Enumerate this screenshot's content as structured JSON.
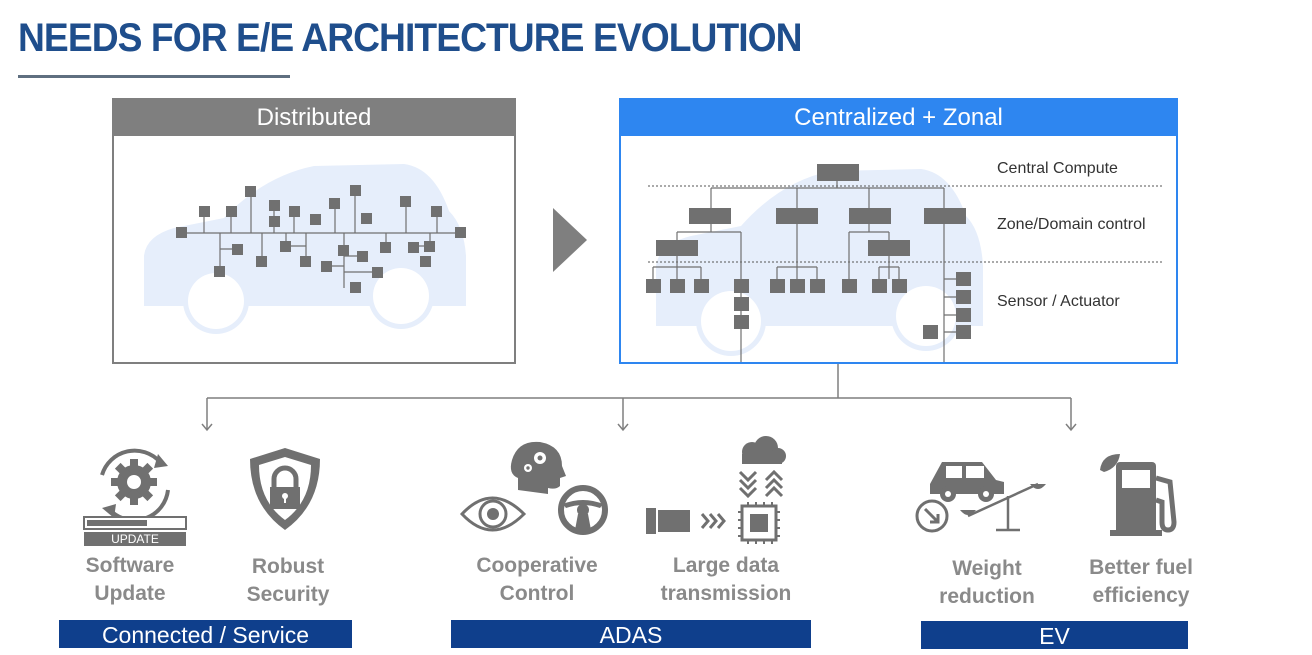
{
  "title": "NEEDS FOR E/E ARCHITECTURE EVOLUTION",
  "panels": {
    "distributed": "Distributed",
    "centralized": "Centralized + Zonal"
  },
  "layers": {
    "central": "Central Compute",
    "zone": "Zone/Domain control",
    "sensor": "Sensor / Actuator"
  },
  "update_badge": "UPDATE",
  "items": {
    "software_update": [
      "Software",
      "Update"
    ],
    "robust_security": [
      "Robust",
      "Security"
    ],
    "cooperative_control": [
      "Cooperative",
      "Control"
    ],
    "large_data": [
      "Large data",
      "transmission"
    ],
    "weight_reduction": [
      "Weight",
      "reduction"
    ],
    "fuel_efficiency": [
      "Better fuel",
      "efficiency"
    ]
  },
  "categories": {
    "connected": "Connected / Service",
    "adas": "ADAS",
    "ev": "EV"
  },
  "colors": {
    "title": "#1f4e8c",
    "panel_gray": "#7f7f7f",
    "panel_blue": "#2e86f0",
    "band": "#0f3f8c",
    "node": "#707070",
    "car_bg": "#e6eefb"
  }
}
